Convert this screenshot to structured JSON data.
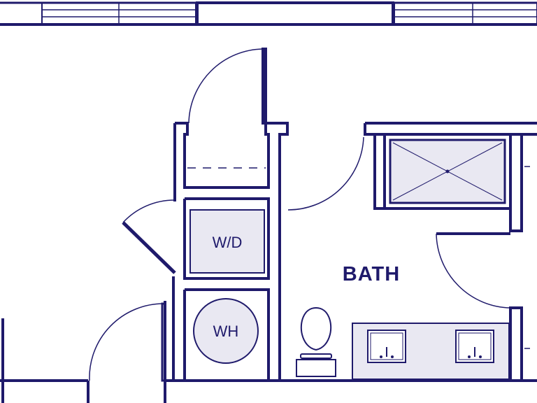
{
  "colors": {
    "wall": "#1f1a6b",
    "fixture_fill": "#e9e8f2",
    "background": "#ffffff"
  },
  "rooms": {
    "bath": "BATH"
  },
  "fixtures": {
    "washer_dryer": "W/D",
    "water_heater": "WH",
    "shower": "shower",
    "toilet": "toilet",
    "vanity": "double-sink-vanity"
  }
}
